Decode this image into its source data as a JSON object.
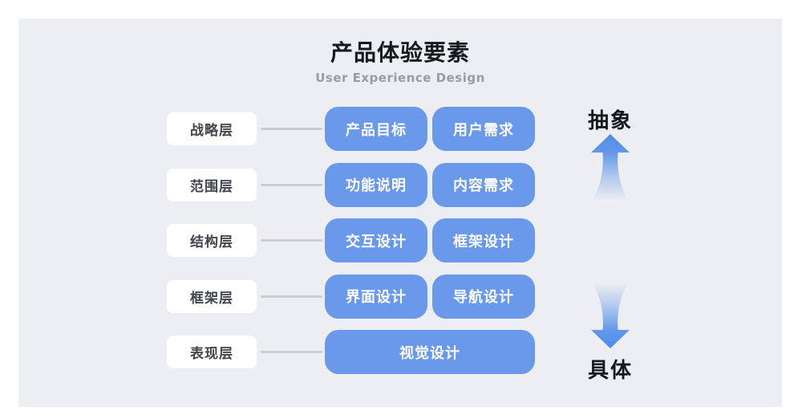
{
  "header": {
    "title": "产品体验要素",
    "subtitle": "User Experience Design"
  },
  "rows": [
    {
      "label": "战略层",
      "boxes": [
        "产品目标",
        "用户需求"
      ]
    },
    {
      "label": "范围层",
      "boxes": [
        "功能说明",
        "内容需求"
      ]
    },
    {
      "label": "结构层",
      "boxes": [
        "交互设计",
        "框架设计"
      ]
    },
    {
      "label": "框架层",
      "boxes": [
        "界面设计",
        "导航设计"
      ]
    },
    {
      "label": "表现层",
      "boxes": [
        "视觉设计"
      ]
    }
  ],
  "axis": {
    "top_label": "抽象",
    "bottom_label": "具体",
    "top_icon": "arrow-up-icon",
    "bottom_icon": "arrow-down-icon"
  },
  "colors": {
    "panel_bg": "#EDEEF2",
    "card_white": "#FFFFFF",
    "box_blue": "#6A99EC",
    "arrow_blue": "#4E8CE9",
    "connector": "#C8CCD3",
    "label_text": "#40454E",
    "title_text": "#17181A",
    "subtitle_text": "#989CA3"
  }
}
